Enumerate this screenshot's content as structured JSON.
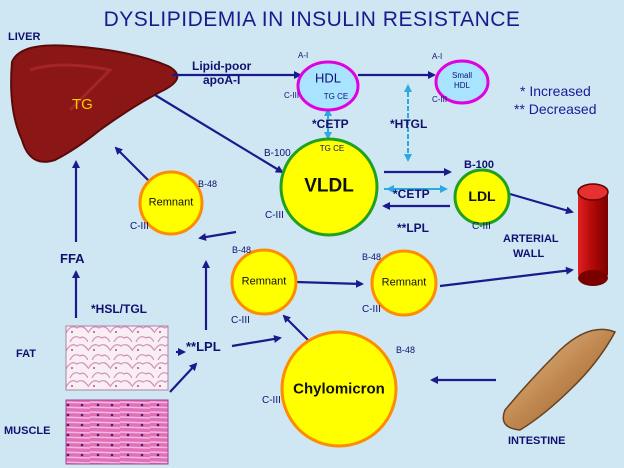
{
  "title": "DYSLIPIDEMIA IN INSULIN RESISTANCE",
  "organs": {
    "liver": "LIVER",
    "liver_tg": "TG",
    "fat": "FAT",
    "muscle": "MUSCLE",
    "intestine": "INTESTINE",
    "arterial_wall_1": "ARTERIAL",
    "arterial_wall_2": "WALL"
  },
  "particles": {
    "hdl": "HDL",
    "hdl_tg_ce": "TG CE",
    "small_hdl_1": "Small",
    "small_hdl_2": "HDL",
    "vldl": "VLDL",
    "vldl_tg_ce": "TG CE",
    "ldl": "LDL",
    "remnant": "Remnant",
    "chylomicron": "Chylomicron"
  },
  "apolipoproteins": {
    "a1": "A-I",
    "c3": "C-III",
    "b100": "B-100",
    "b48": "B-48"
  },
  "process_labels": {
    "lipid_poor_1": "Lipid-poor",
    "lipid_poor_2": "apoA-I",
    "cetp_up": "*CETP",
    "htgl": "*HTGL",
    "cetp_ldl": "*CETP",
    "lpl_ldl": "**LPL",
    "ffa": "FFA",
    "hsl_tgl": "*HSL/TGL",
    "lpl": "**LPL"
  },
  "legend": {
    "increased": "* Increased",
    "decreased": "** Decreased"
  },
  "colors": {
    "background": "#cfe7f2",
    "arrow": "#1a1a8c",
    "light_arrow": "#2fa8e0",
    "particle_fill": "#ffff00",
    "hdl_fill": "#a8e4ff",
    "hdl_border": "#e000e0",
    "vldl_border": "#20a020",
    "remnant_border": "#ff8c00",
    "liver": "#8b1616",
    "artery": "#c01010"
  }
}
